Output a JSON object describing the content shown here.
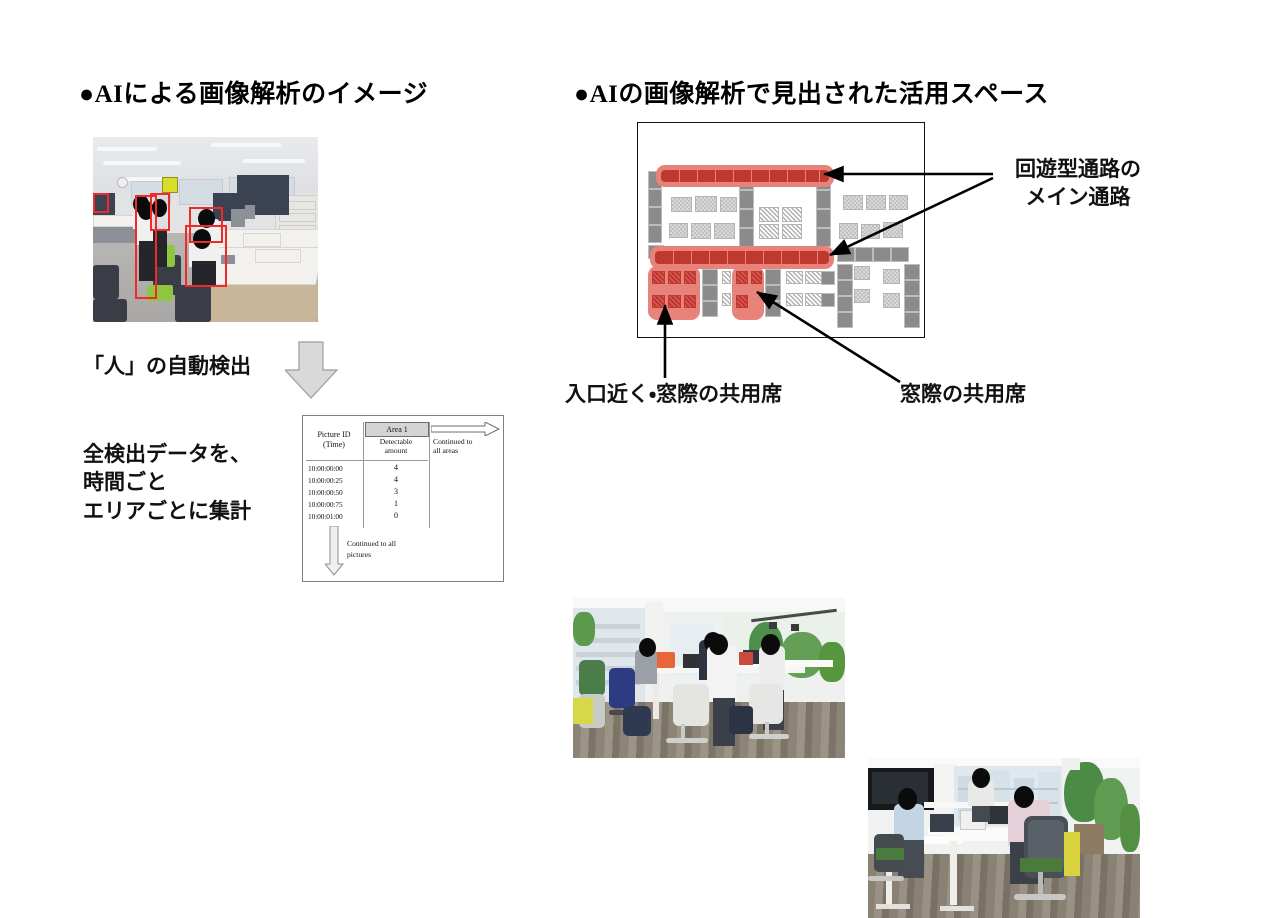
{
  "slide": {
    "left_heading": "●AIによる画像解析のイメージ",
    "right_heading": "●AIの画像解析で見出された活用スペース"
  },
  "left_column": {
    "detect_caption": "「人」の自動検出",
    "aggregate_caption": "全検出データを、\n時間ごと\nエリアごとに集計",
    "photo_alt": "office-detection-photo"
  },
  "data_table": {
    "area_header": "Area 1",
    "col_headers": [
      "Picture ID\n(Time)",
      "Detectable\namount"
    ],
    "right_note": "Continued  to\nall areas",
    "bottom_note": "Continued  to all\npictures",
    "rows": [
      {
        "time": "10:00:00:00",
        "amount": "4"
      },
      {
        "time": "10:00:00:25",
        "amount": "4"
      },
      {
        "time": "10:00:00:50",
        "amount": "3"
      },
      {
        "time": "10:00:00:75",
        "amount": "1"
      },
      {
        "time": "10:00:01:00",
        "amount": "0"
      }
    ]
  },
  "right_column": {
    "main_corridor_label": "回遊型通路の\nメイン通路",
    "entrance_window_label": "入口近く・窓際の共用席",
    "window_shared_label": "窓際の共用席",
    "floorplan_alt": "office-floor-plan",
    "photo_left_alt": "shared-seats-near-entrance-photo",
    "photo_right_alt": "shared-seats-by-window-photo"
  },
  "colors": {
    "corridor_red": "#c0392f",
    "corridor_red_light": "#e8837c",
    "detection_box": "#ee2b28",
    "desk_gray": "#8b8b8b",
    "text": "#111111"
  }
}
